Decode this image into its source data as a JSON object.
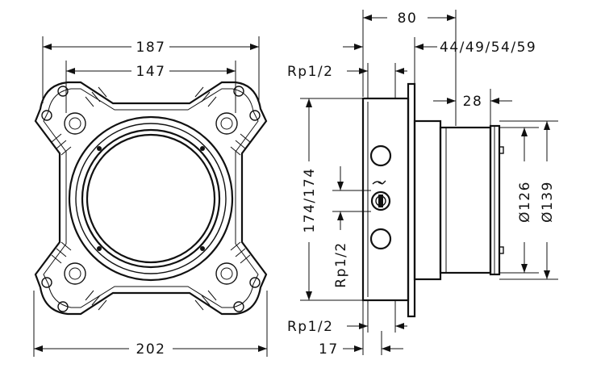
{
  "dimensions": {
    "front_width_inner": "187",
    "front_width_holes": "147",
    "front_width_total": "202",
    "side_depth_total": "80",
    "side_depth_variants": "44/49/54/59",
    "thread_top": "Rp1/2",
    "thread_bottom": "Rp1/2",
    "thread_middle": "Rp1/2",
    "flange_depth": "28",
    "height": "174/174",
    "diameter_inner": "Ø126",
    "diameter_outer": "Ø139",
    "rear_offset": "17"
  },
  "colors": {
    "line": "#111111",
    "background": "#ffffff"
  }
}
